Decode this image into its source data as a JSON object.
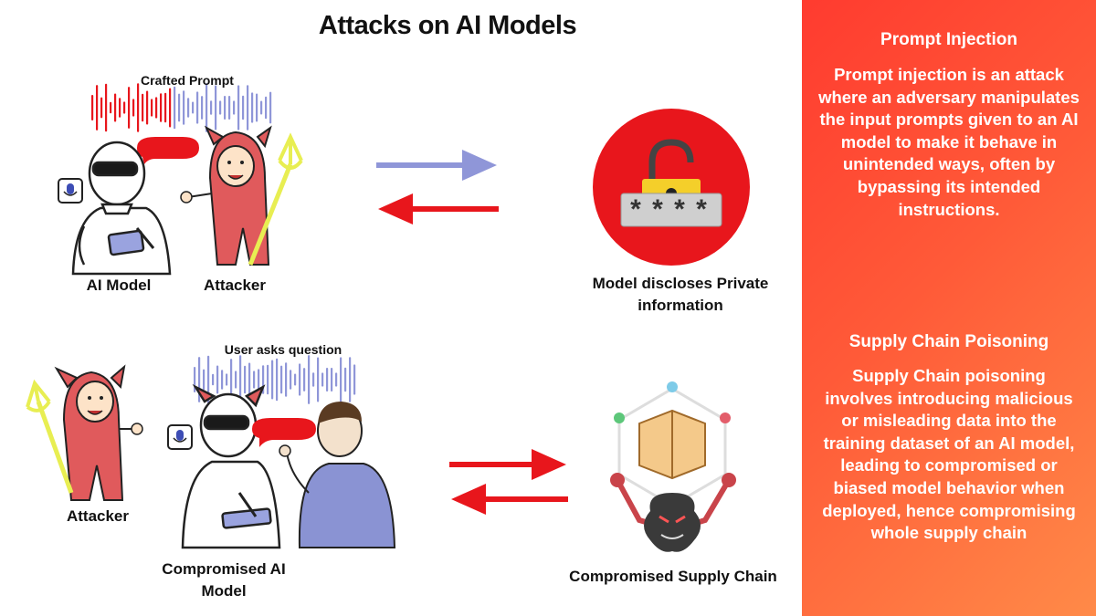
{
  "title": "Attacks on AI Models",
  "top_scenario": {
    "wave_label": "Crafted Prompt",
    "left_label": "AI Model",
    "right_label": "Attacker",
    "result_label_line1": "Model discloses Private",
    "result_label_line2": "information",
    "password_mask": "****"
  },
  "bottom_scenario": {
    "wave_label": "User asks question",
    "attacker_label": "Attacker",
    "model_label_line1": "Compromised AI",
    "model_label_line2": "Model",
    "result_label": "Compromised Supply Chain"
  },
  "panel": {
    "section1_title": "Prompt Injection",
    "section1_lines": [
      "Prompt injection is an attack",
      "where an adversary manipulates",
      "the input prompts given to an AI",
      "model to make it behave in",
      "unintended ways, often by",
      "bypassing its intended",
      "instructions."
    ],
    "section2_title": "Supply Chain Poisoning",
    "section2_lines": [
      "Supply Chain poisoning",
      "involves introducing malicious",
      "or misleading data into the",
      "training dataset of an AI model,",
      "leading to compromised or",
      "biased model behavior when",
      "deployed, hence compromising",
      "whole supply chain"
    ]
  },
  "colors": {
    "accent_red": "#e8161c",
    "arrow_blue": "#8f96d8",
    "panel_gradient_start": "#ff3b2f",
    "panel_gradient_end": "#ff8a48",
    "devil_red": "#e05a5c",
    "trident_yellow": "#e8ee52"
  }
}
